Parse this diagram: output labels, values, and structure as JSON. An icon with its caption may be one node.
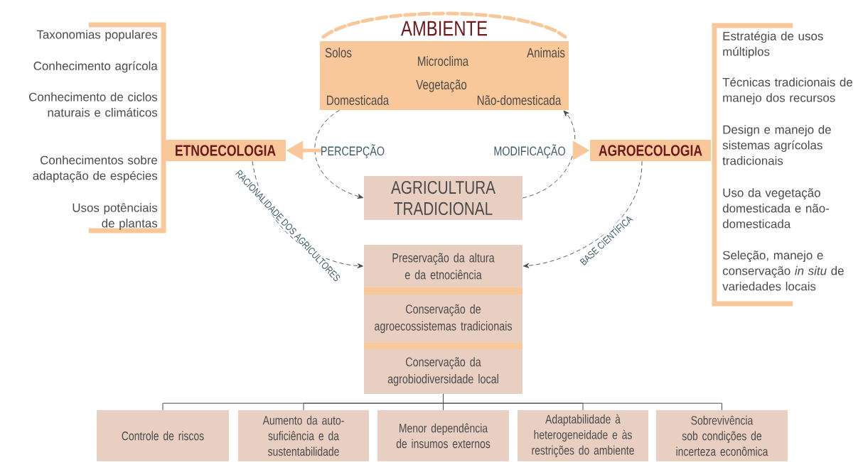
{
  "diagram": {
    "nodes": [
      {
        "text": [
          "AMBIENTE",
          "Solos",
          "Microclima",
          "Animais",
          "Vegetação",
          "Domesticada",
          "Não-domesticada"
        ]
      },
      {
        "text": [
          "ETNOECOLOGIA"
        ]
      },
      {
        "text": [
          "AGROECOLOGIA"
        ]
      },
      {
        "text": [
          "AGRICULTURA TRADICIONAL"
        ]
      },
      {
        "text": [
          "Preservação da altura e da etnociência"
        ]
      },
      {
        "text": [
          "Conservação de agroecossistemas tradicionais"
        ]
      },
      {
        "text": [
          "Conservação da agrobiodiversidade local"
        ]
      },
      {
        "text": [
          "Controle de riscos"
        ]
      },
      {
        "text": [
          "Aumento da auto-suficiência e da sustentabilidade"
        ]
      },
      {
        "text": [
          "Menor dependência de insumos externos"
        ]
      },
      {
        "text": [
          "Adaptabilidade à heterogeneidade e às restrições do ambiente"
        ]
      },
      {
        "text": [
          "Sobrevivência sob condições de incerteza econômica"
        ]
      }
    ],
    "edges": [
      {
        "from": 0,
        "to": 3,
        "arrow": "to",
        "style": "dashed",
        "label": "PERCEPÇÃO"
      },
      {
        "from": 3,
        "to": 0,
        "arrow": "to",
        "style": "dashed",
        "label": "MODIFICAÇÃO"
      },
      {
        "from": null,
        "to": 1,
        "arrow": "to",
        "style": "thick",
        "color": "#f9c89a"
      },
      {
        "from": null,
        "to": 2,
        "arrow": "to",
        "style": "thick",
        "color": "#f9c89a"
      },
      {
        "from": 1,
        "to": 4,
        "arrow": "to",
        "style": "dashed",
        "label": "RACIONALIDADE DOS AGRICULTORES"
      },
      {
        "from": 2,
        "to": 4,
        "arrow": "to",
        "style": "dashed",
        "label": "BASE CIENTÍFICA"
      },
      {
        "from": 6,
        "to": 7,
        "arrow": "none"
      },
      {
        "from": 6,
        "to": 8,
        "arrow": "none"
      },
      {
        "from": 6,
        "to": 9,
        "arrow": "none"
      },
      {
        "from": 6,
        "to": 10,
        "arrow": "none"
      },
      {
        "from": 6,
        "to": 11,
        "arrow": "none"
      }
    ],
    "labels": [
      "Taxonomias populares",
      "Conhecimento agrícola",
      "Conhecimento de ciclos naturais e climáticos",
      "Conhecimentos sobre adaptação de espécies",
      "Usos potênciais de plantas",
      "Estratégia de usos múltiplos",
      "Técnicas tradicionais de manejo dos recursos",
      "Design e manejo de sistemas agrícolas tradicionais",
      "Uso da vegetação domesticada e não-domesticada",
      "Seleção, manejo e conservação *in situ* de variedades locais"
    ]
  }
}
